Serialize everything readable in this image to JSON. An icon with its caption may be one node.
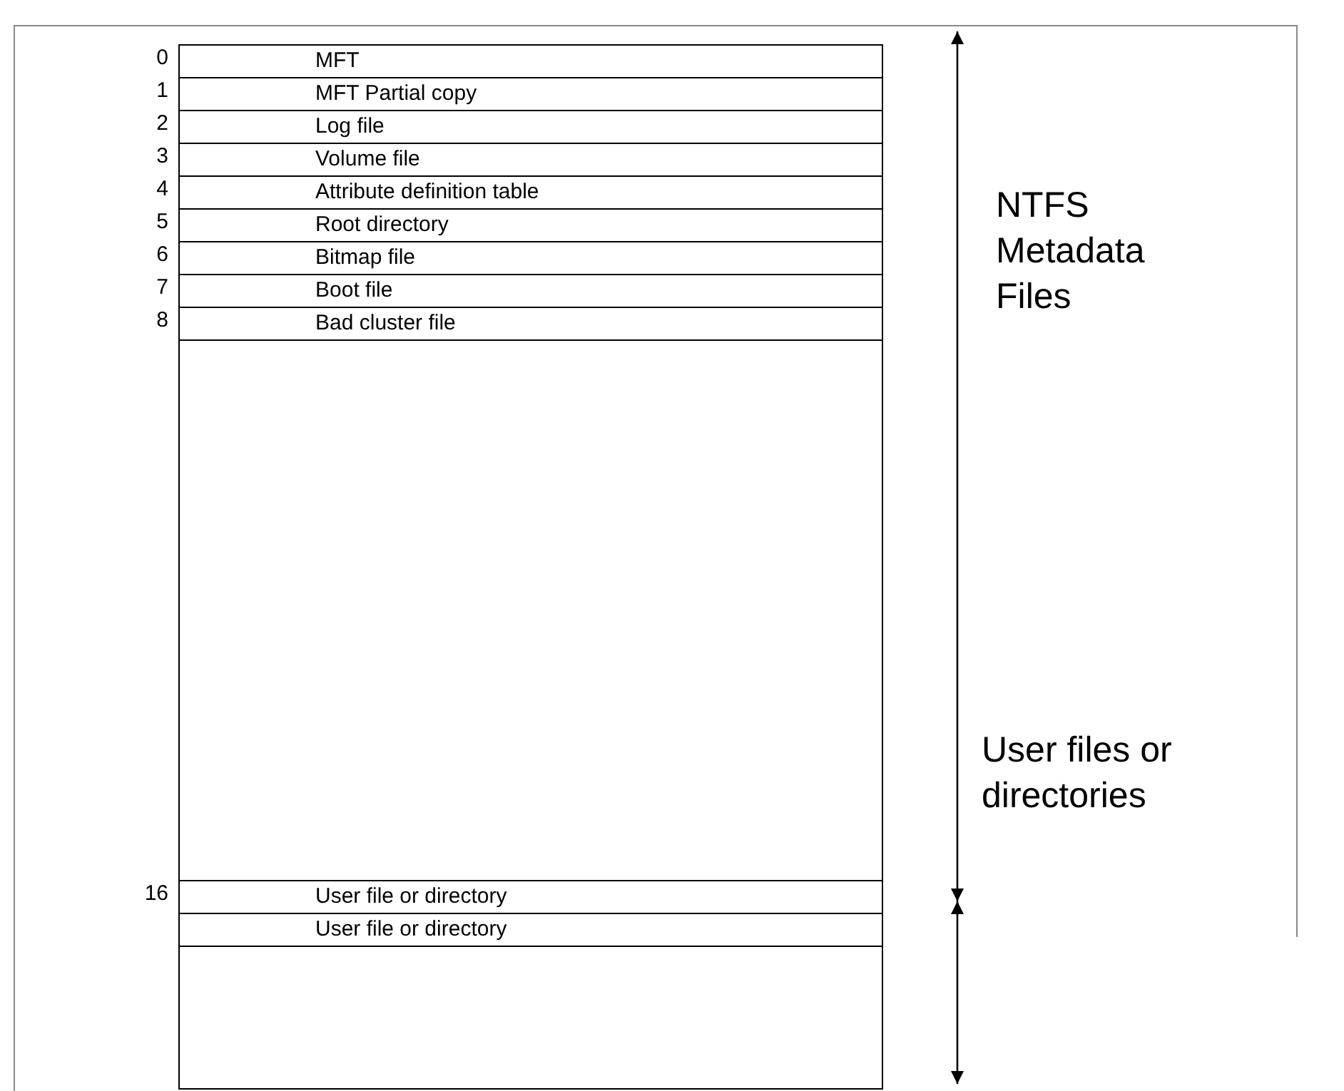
{
  "diagram": {
    "nodes": [
      {
        "text": [],
        "shape": "box"
      },
      {
        "text": [
          "MFT"
        ],
        "in": 0,
        "beside": [
          "0"
        ]
      },
      {
        "text": [
          "MFT Partial copy"
        ],
        "in": 0,
        "beside": [
          "1"
        ]
      },
      {
        "text": [
          "Log file"
        ],
        "in": 0,
        "beside": [
          "2"
        ]
      },
      {
        "text": [
          "Volume file"
        ],
        "in": 0,
        "beside": [
          "3"
        ]
      },
      {
        "text": [
          "Attribute definition table"
        ],
        "in": 0,
        "beside": [
          "4"
        ]
      },
      {
        "text": [
          "Root directory"
        ],
        "in": 0,
        "beside": [
          "5"
        ]
      },
      {
        "text": [
          "Bitmap file"
        ],
        "in": 0,
        "beside": [
          "6"
        ]
      },
      {
        "text": [
          "Boot file"
        ],
        "in": 0,
        "beside": [
          "7"
        ]
      },
      {
        "text": [
          "Bad cluster file"
        ],
        "in": 0,
        "beside": [
          "8"
        ]
      },
      {
        "text": [
          "User file or directory"
        ],
        "in": 0,
        "beside": [
          "16"
        ]
      },
      {
        "text": [
          "User file or directory"
        ],
        "in": 0
      }
    ],
    "labels": [
      "NTFS Metadata Files",
      "User files or directories"
    ]
  }
}
